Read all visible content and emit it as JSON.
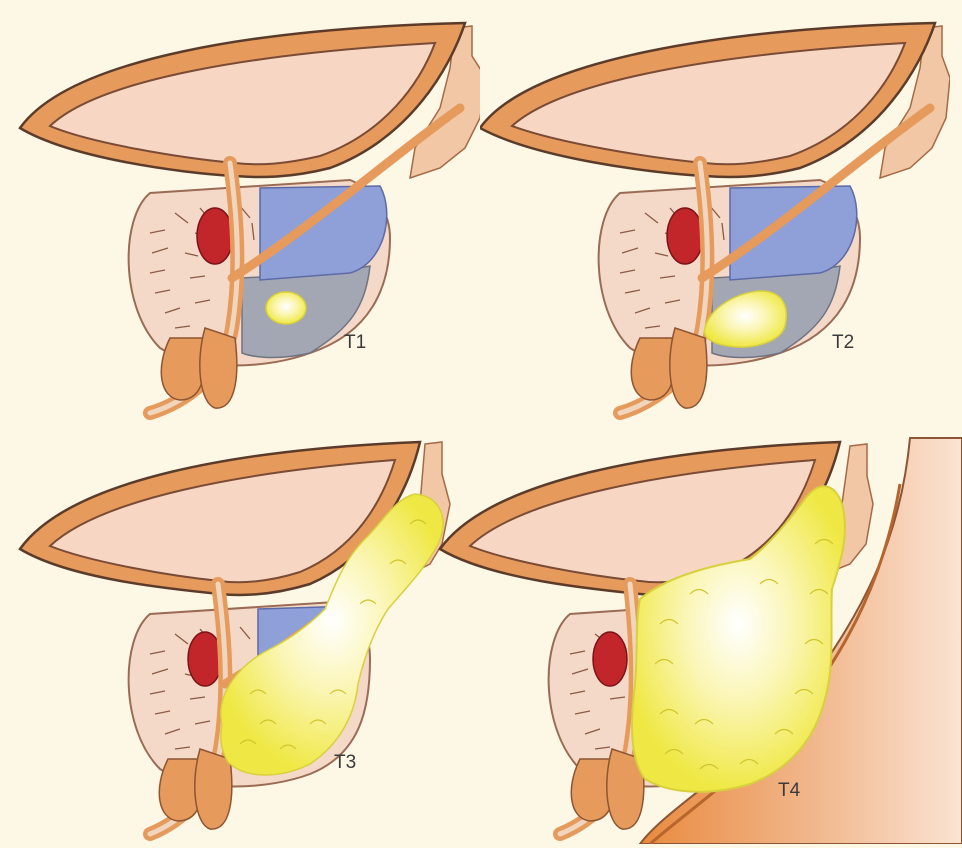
{
  "panels": [
    {
      "id": "t1",
      "label": "T1"
    },
    {
      "id": "t2",
      "label": "T2"
    },
    {
      "id": "t3",
      "label": "T3"
    },
    {
      "id": "t4",
      "label": "T4"
    }
  ],
  "colors": {
    "background": "#fdf7e6",
    "bladder_wall": "#e69a5c",
    "bladder_inner": "#f7d7c3",
    "prostate": "#f4d9c8",
    "seminal_region": "#8f9fd8",
    "tumor": "#f3ef5a",
    "verumontanum": "#c2262a",
    "rectum": "#ea934e"
  }
}
